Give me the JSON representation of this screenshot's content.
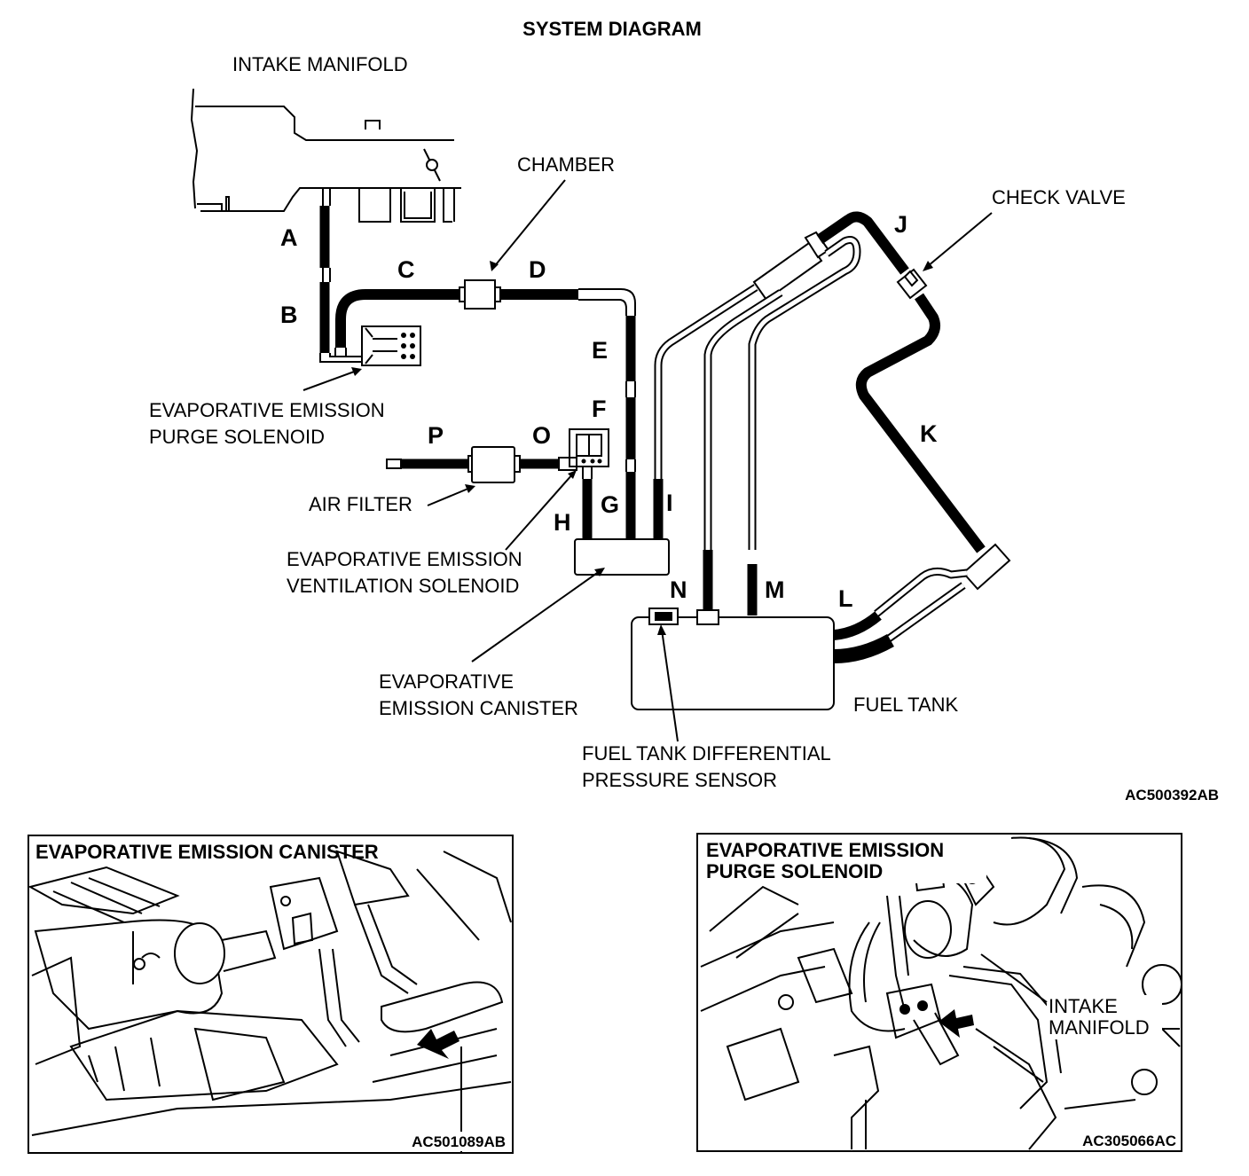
{
  "title": "SYSTEM DIAGRAM",
  "labels": {
    "intake_manifold": "INTAKE MANIFOLD",
    "chamber": "CHAMBER",
    "check_valve": "CHECK VALVE",
    "purge_solenoid_l1": "EVAPORATIVE EMISSION",
    "purge_solenoid_l2": "PURGE SOLENOID",
    "air_filter": "AIR FILTER",
    "vent_solenoid_l1": "EVAPORATIVE EMISSION",
    "vent_solenoid_l2": "VENTILATION SOLENOID",
    "canister_l1": "EVAPORATIVE",
    "canister_l2": "EMISSION CANISTER",
    "fuel_tank": "FUEL TANK",
    "sensor_l1": "FUEL TANK DIFFERENTIAL",
    "sensor_l2": "PRESSURE SENSOR"
  },
  "hose_letters": {
    "A": "A",
    "B": "B",
    "C": "C",
    "D": "D",
    "E": "E",
    "F": "F",
    "G": "G",
    "H": "H",
    "I": "I",
    "J": "J",
    "K": "K",
    "L": "L",
    "M": "M",
    "N": "N",
    "O": "O",
    "P": "P"
  },
  "figure_code_main": "AC500392AB",
  "panel_canister": {
    "title": "EVAPORATIVE EMISSION CANISTER",
    "code": "AC501089AB"
  },
  "panel_purge": {
    "title_l1": "EVAPORATIVE EMISSION",
    "title_l2": "PURGE SOLENOID",
    "callout_l1": "INTAKE",
    "callout_l2": "MANIFOLD",
    "code": "AC305066AC"
  }
}
